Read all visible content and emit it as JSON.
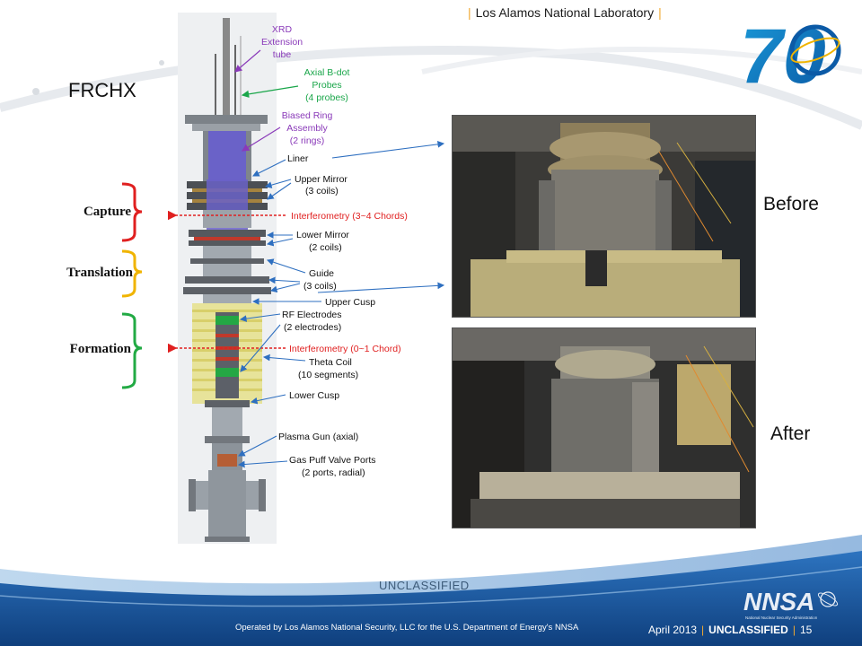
{
  "header": {
    "lab_name": "Los Alamos National Laboratory"
  },
  "slide": {
    "title": "FRCHX"
  },
  "diagram": {
    "sections": [
      "Capture",
      "Translation",
      "Formation"
    ],
    "labels": {
      "xrd": [
        "XRD",
        "Extension",
        "tube"
      ],
      "axial_bdot": [
        "Axial B-dot",
        "Probes",
        "(4 probes)"
      ],
      "biased_ring": [
        "Biased Ring",
        "Assembly",
        "(2 rings)"
      ],
      "liner": "Liner",
      "upper_mirror": [
        "Upper Mirror",
        "(3 coils)"
      ],
      "interf_capture": "Interferometry (3~4 Chords)",
      "lower_mirror": [
        "Lower Mirror",
        "(2 coils)"
      ],
      "guide": [
        "Guide",
        "(3 coils)"
      ],
      "upper_cusp": "Upper Cusp",
      "rf_electrodes": [
        "RF Electrodes",
        "(2 electrodes)"
      ],
      "interf_formation": "Interferometry (0~1 Chord)",
      "theta_coil": [
        "Theta Coil",
        "(10 segments)"
      ],
      "lower_cusp": "Lower Cusp",
      "plasma_gun": "Plasma Gun (axial)",
      "gas_puff": [
        "Gas Puff Valve Ports",
        "(2 ports, radial)"
      ]
    }
  },
  "photos": {
    "before_caption": "Before",
    "after_caption": "After"
  },
  "classification": "UNCLASSIFIED",
  "footer": {
    "operated_by": "Operated by Los Alamos National Security, LLC for the U.S. Department of Energy's NNSA",
    "date": "April 2013",
    "classification": "UNCLASSIFIED",
    "page": "15",
    "nnsa_logo_text": "NNSA",
    "nnsa_logo_subtext": "National Nuclear Security Administration"
  },
  "logo": {
    "text": "70"
  },
  "colors": {
    "purple_label": "#8a3ab9",
    "green_label": "#1aa64a",
    "red_label": "#e02020",
    "capture_bracket": "#e02020",
    "translation_bracket": "#f0b400",
    "formation_bracket": "#22aa44",
    "footer_blue": "#1f5ea8",
    "accent_gold": "#f0a830"
  }
}
